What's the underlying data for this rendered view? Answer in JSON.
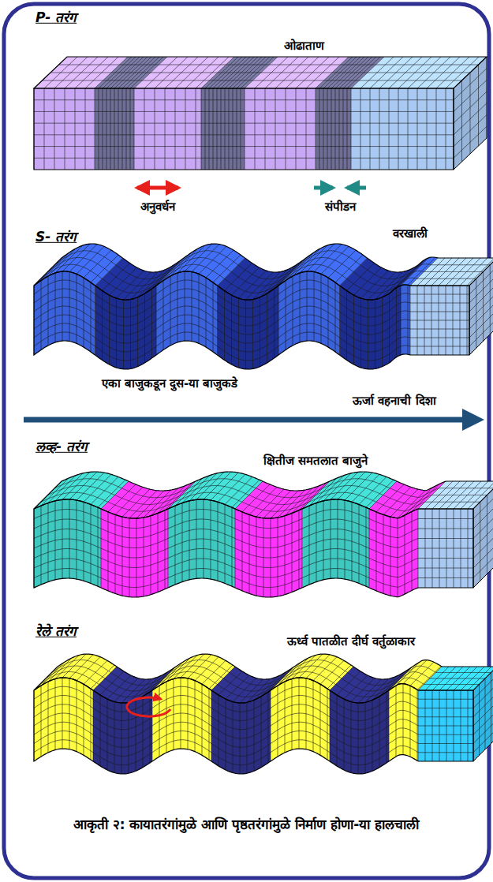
{
  "diagram": {
    "caption": "आकृती २: कायातरंगांमुळे आणि पृष्ठतरंगांमुळे निर्माण होणा-या हालचाली",
    "labels": [
      "P- तरंग",
      "ओढाताण",
      "अनुवर्धन",
      "संपीडन",
      "S- तरंग",
      "वरखाली",
      "एका बाजुकडून दुस-या बाजुकडे",
      "ऊर्जा वहनाची दिशा",
      "लव्ह- तरंग",
      "क्षितीज समतलात बाजुने",
      "रेले तरंग",
      "ऊर्ध्व पातळीत दीर्घ वर्तुळाकार"
    ]
  }
}
